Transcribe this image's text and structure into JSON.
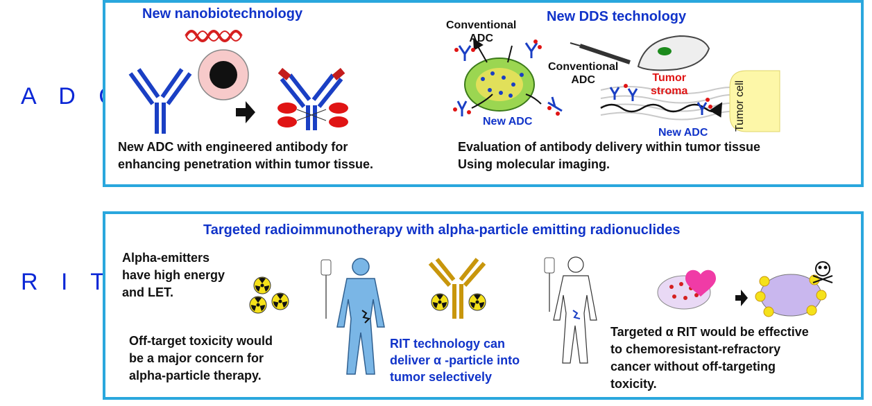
{
  "side_labels": {
    "adc": "A D C",
    "rit": "R I T"
  },
  "adc": {
    "left_title": "New nanobiotechnology",
    "left_caption_line1": "New ADC with engineered  antibody for",
    "left_caption_line2": "enhancing penetration  within tumor tissue.",
    "right_title": "New DDS technology",
    "label_conventional_adc_1": [
      "Conventional",
      "ADC"
    ],
    "label_conventional_adc_2": [
      "Conventional",
      "ADC"
    ],
    "label_new_adc_1": "New ADC",
    "label_new_adc_2": "New ADC",
    "label_tumor_stroma": [
      "Tumor",
      "stroma"
    ],
    "label_tumor_cell": "Tumor cell",
    "right_caption_line1": "Evaluation of antibody delivery within tumor tissue",
    "right_caption_line2": "Using molecular imaging."
  },
  "rit": {
    "title": "Targeted radioimmunotherapy with alpha-particle emitting radionuclides",
    "alpha_text": [
      "Alpha-emitters",
      "have high energy",
      "and LET."
    ],
    "toxicity_text": [
      "Off-target toxicity would",
      "be a major concern for",
      "alpha-particle therapy."
    ],
    "rit_tech_text": [
      "RIT technology can",
      "deliver  α -particle into",
      "tumor selectively"
    ],
    "effective_text": [
      "Targeted  α RIT would be effective",
      "to chemoresistant-refractory",
      "cancer without off-targeting",
      "toxicity."
    ]
  },
  "colors": {
    "border": "#2aa7dd",
    "title_blue": "#1033c9",
    "antibody_blue": "#1a3fc4",
    "payload_red": "#e01414",
    "gold": "#c8960c",
    "body_blue": "#7ab6e6"
  }
}
